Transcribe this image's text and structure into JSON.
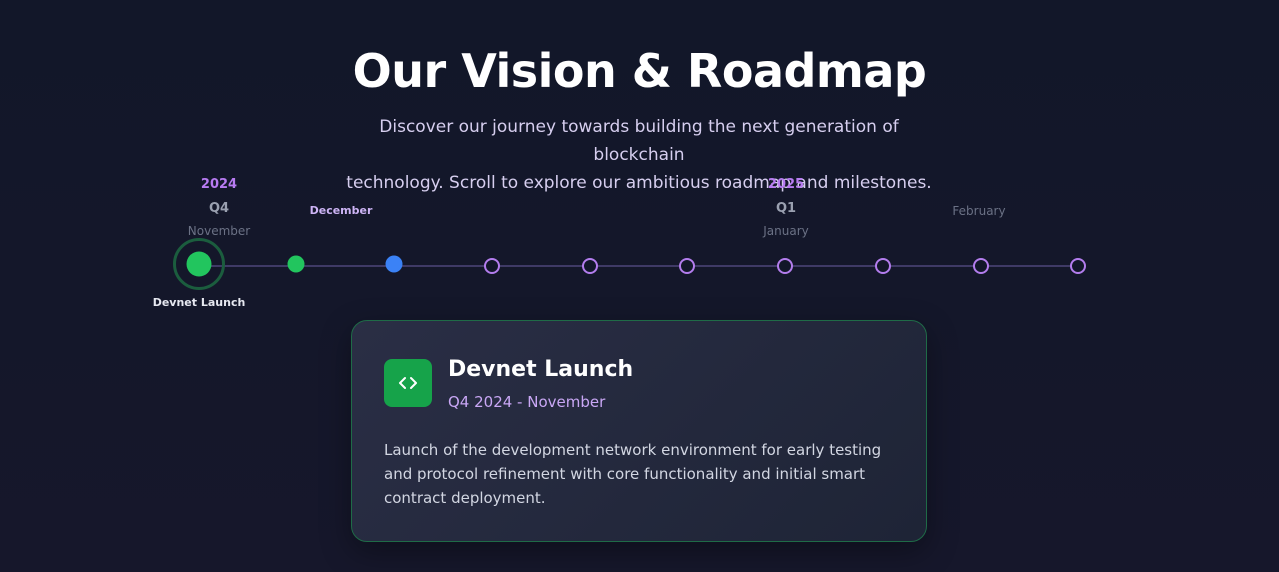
{
  "header": {
    "title": "Our Vision & Roadmap",
    "subtitle_line1": "Discover our journey towards building the next generation of blockchain",
    "subtitle_line2": "technology. Scroll to explore our ambitious roadmap and milestones."
  },
  "timeline": {
    "years": [
      "2024",
      "2025"
    ],
    "quarters": [
      "Q4",
      "Q1"
    ],
    "months": [
      "November",
      "December",
      "January",
      "February"
    ],
    "active_label": "Devnet Launch",
    "milestone_count": 10,
    "colors": {
      "completed": "#22c55e",
      "current": "#3b82f6",
      "upcoming": "#b37ded",
      "line": "#3f3a66"
    }
  },
  "card": {
    "icon": "code-brackets-icon",
    "title": "Devnet Launch",
    "date": "Q4 2024 - November",
    "description": "Launch of the development network environment for early testing and protocol refinement with core functionality and initial smart contract deployment."
  }
}
